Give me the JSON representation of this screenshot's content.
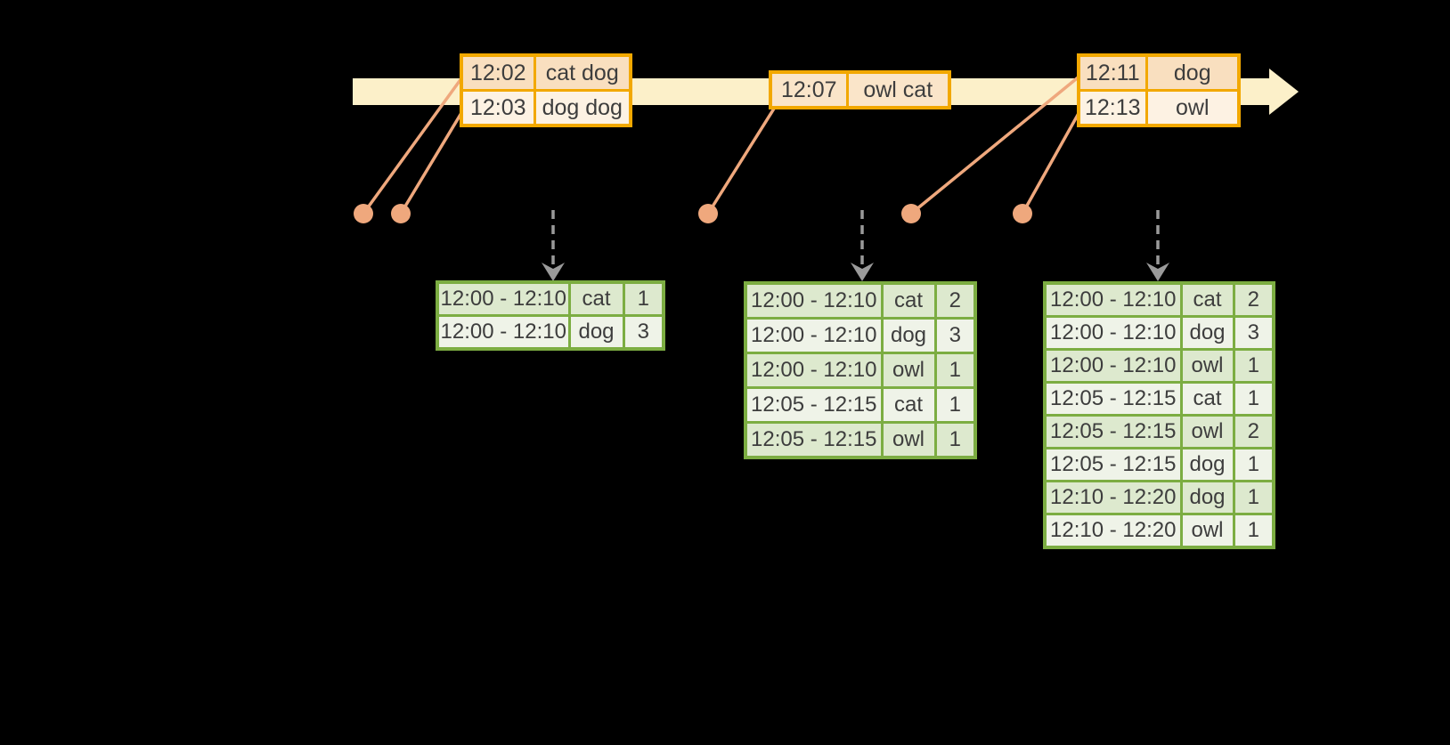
{
  "colors": {
    "background": "#000000",
    "band": "#FCF0C9",
    "orange_border": "#F2A800",
    "peach_dark": "#F9DFBF",
    "peach_mid": "#FAE5C9",
    "peach_light": "#FDF2E3",
    "salmon": "#EFA87D",
    "gray": "#9A9A9A",
    "green_border": "#7CAD42",
    "green_dark": "#DDE9CE",
    "green_light": "#EFF3E8",
    "ink": "#3D3D3D"
  },
  "timeline": {
    "event_tables": [
      {
        "rows": [
          {
            "time": "12:02",
            "words": "cat dog"
          },
          {
            "time": "12:03",
            "words": "dog dog"
          }
        ]
      },
      {
        "rows": [
          {
            "time": "12:07",
            "words": "owl cat"
          }
        ]
      },
      {
        "rows": [
          {
            "time": "12:11",
            "words": "dog"
          },
          {
            "time": "12:13",
            "words": "owl"
          }
        ]
      }
    ]
  },
  "result_tables": [
    {
      "rows": [
        {
          "window": "12:00 - 12:10",
          "word": "cat",
          "count": "1"
        },
        {
          "window": "12:00 - 12:10",
          "word": "dog",
          "count": "3"
        }
      ]
    },
    {
      "rows": [
        {
          "window": "12:00 - 12:10",
          "word": "cat",
          "count": "2"
        },
        {
          "window": "12:00 - 12:10",
          "word": "dog",
          "count": "3"
        },
        {
          "window": "12:00 - 12:10",
          "word": "owl",
          "count": "1"
        },
        {
          "window": "12:05 - 12:15",
          "word": "cat",
          "count": "1"
        },
        {
          "window": "12:05 - 12:15",
          "word": "owl",
          "count": "1"
        }
      ]
    },
    {
      "rows": [
        {
          "window": "12:00 - 12:10",
          "word": "cat",
          "count": "2"
        },
        {
          "window": "12:00 - 12:10",
          "word": "dog",
          "count": "3"
        },
        {
          "window": "12:00 - 12:10",
          "word": "owl",
          "count": "1"
        },
        {
          "window": "12:05 - 12:15",
          "word": "cat",
          "count": "1"
        },
        {
          "window": "12:05 - 12:15",
          "word": "owl",
          "count": "2"
        },
        {
          "window": "12:05 - 12:15",
          "word": "dog",
          "count": "1"
        },
        {
          "window": "12:10 - 12:20",
          "word": "dog",
          "count": "1"
        },
        {
          "window": "12:10 - 12:20",
          "word": "owl",
          "count": "1"
        }
      ]
    }
  ]
}
